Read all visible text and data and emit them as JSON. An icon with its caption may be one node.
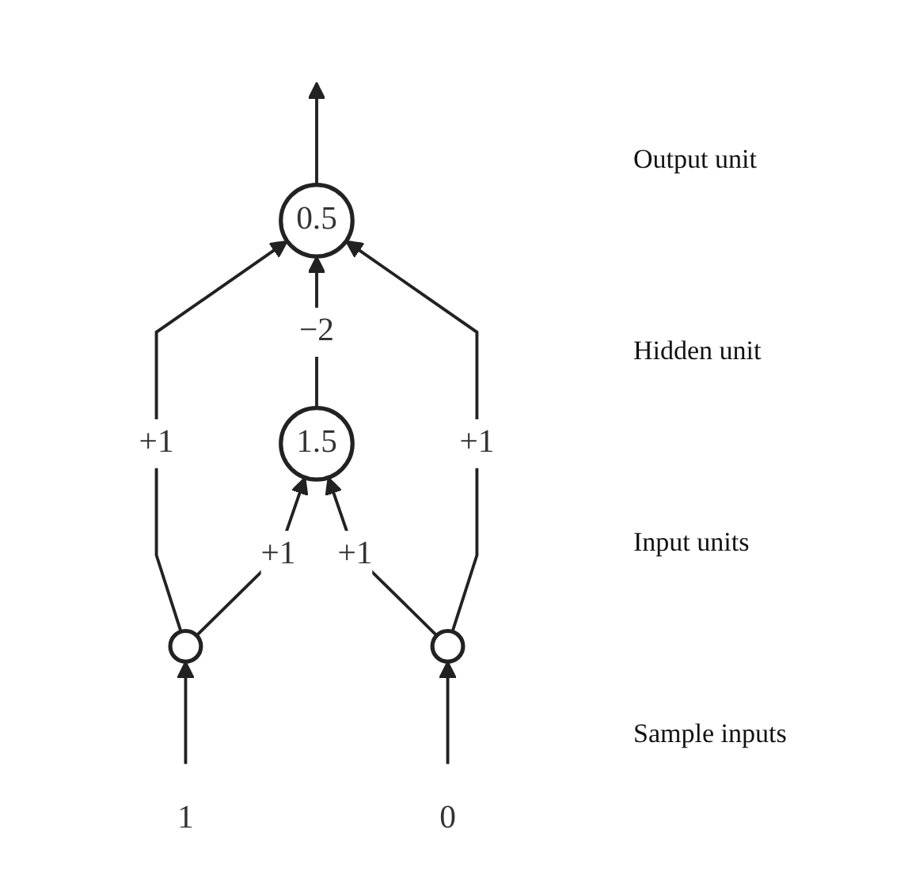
{
  "diagram": {
    "nodes": [
      {
        "text": [
          "0.5"
        ]
      },
      {
        "text": [
          "1.5"
        ]
      },
      {
        "text": [],
        "shape": "circle"
      },
      {
        "text": [],
        "shape": "circle"
      },
      {
        "text": [
          "1"
        ]
      },
      {
        "text": [
          "0"
        ]
      }
    ],
    "edges": [
      {
        "from": 0,
        "to": null,
        "arrow": "to"
      },
      {
        "from": 2,
        "to": 0,
        "label": "+1",
        "arrow": "to"
      },
      {
        "from": 1,
        "to": 0,
        "label": "−2",
        "arrow": "to"
      },
      {
        "from": 3,
        "to": 0,
        "label": "+1",
        "arrow": "to"
      },
      {
        "from": 2,
        "to": 1,
        "label": "+1",
        "arrow": "to"
      },
      {
        "from": 3,
        "to": 1,
        "label": "+1",
        "arrow": "to"
      },
      {
        "from": 4,
        "to": 2,
        "arrow": "to"
      },
      {
        "from": 5,
        "to": 3,
        "arrow": "to"
      }
    ],
    "labels": [
      "Output unit",
      "Hidden unit",
      "Input units",
      "Sample inputs"
    ]
  }
}
